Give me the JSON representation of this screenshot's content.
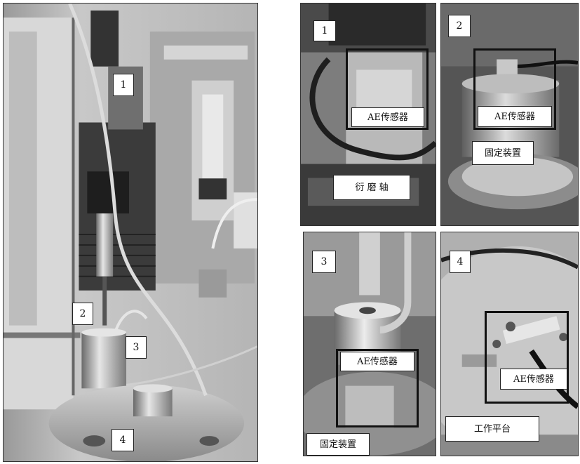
{
  "main_photo": {
    "markers": [
      "1",
      "2",
      "3",
      "4"
    ]
  },
  "panels": [
    {
      "number": "1",
      "sensor": "AE传感器",
      "caption": "衍 磨 轴"
    },
    {
      "number": "2",
      "sensor": "AE传感器",
      "caption": "固定装置"
    },
    {
      "number": "3",
      "sensor": "AE传感器",
      "caption": "固定装置"
    },
    {
      "number": "4",
      "sensor": "AE传感器",
      "caption": "工作平台"
    }
  ],
  "colors": {
    "photo_dark": "#3a3a3a",
    "photo_mid": "#8a8a8a",
    "photo_light": "#cfcfcf",
    "frame": "#111111"
  }
}
